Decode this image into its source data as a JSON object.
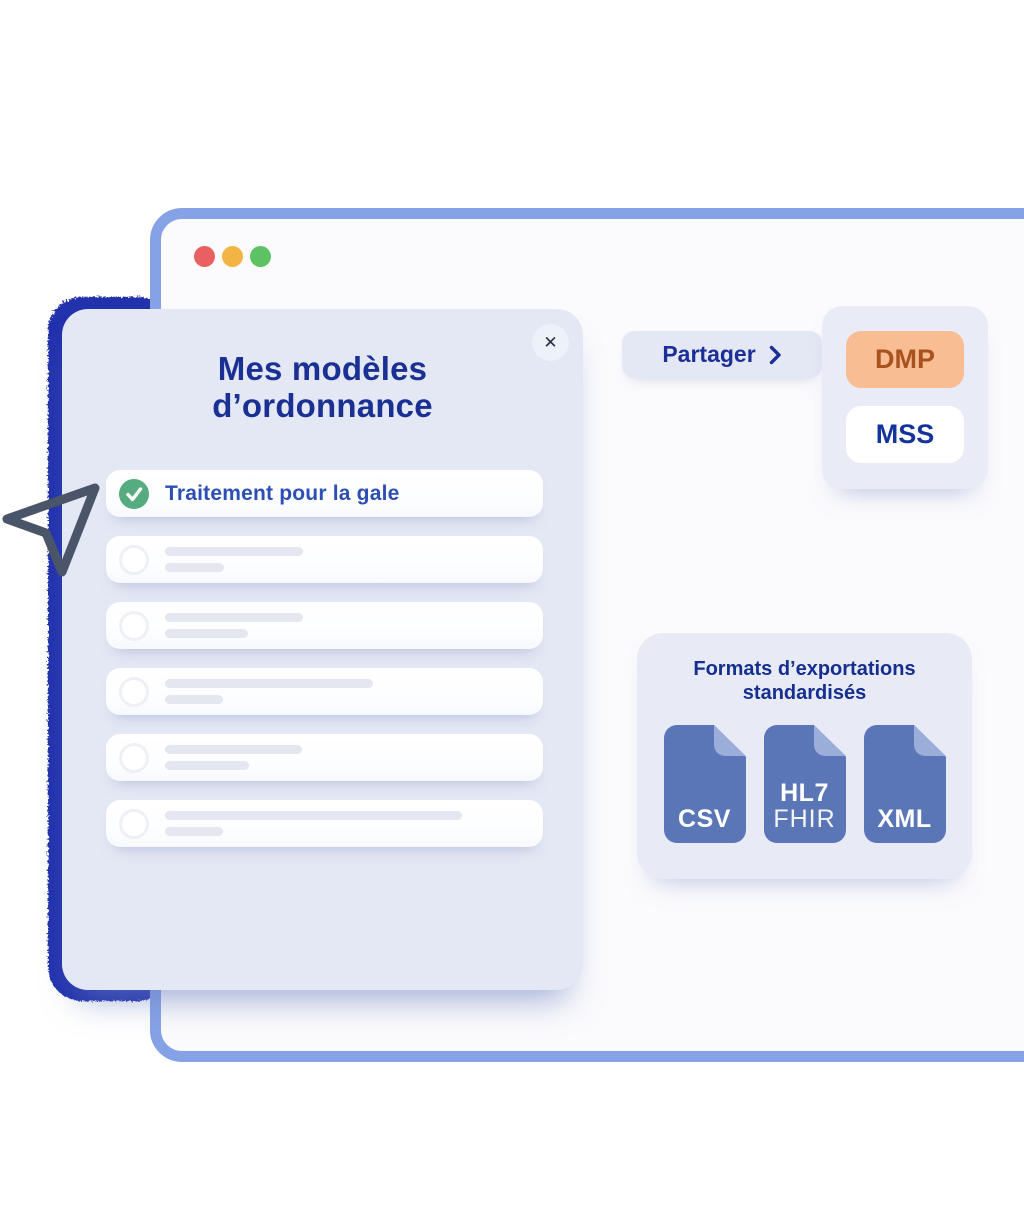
{
  "window": {
    "traffic_lights": [
      {
        "name": "close-light",
        "color": "#e96060"
      },
      {
        "name": "minimize-light",
        "color": "#f2b545"
      },
      {
        "name": "zoom-light",
        "color": "#5dc263"
      }
    ]
  },
  "modal": {
    "title": "Mes modèles d’ordonnance",
    "close_icon": "✕",
    "items": [
      {
        "checked": true,
        "label": "Traitement pour la gale"
      },
      {
        "checked": false,
        "bars": [
          138,
          59
        ]
      },
      {
        "checked": false,
        "bars": [
          138,
          83
        ]
      },
      {
        "checked": false,
        "bars": [
          208,
          58
        ]
      },
      {
        "checked": false,
        "bars": [
          137,
          84
        ]
      },
      {
        "checked": false,
        "bars": [
          297,
          58
        ]
      }
    ]
  },
  "share": {
    "button_label": "Partager",
    "chevron_icon": "chevron-right",
    "options": [
      {
        "label": "DMP",
        "highlighted": true
      },
      {
        "label": "MSS",
        "highlighted": false
      }
    ]
  },
  "export_formats": {
    "title": "Formats d’exportations standardisés",
    "formats": [
      {
        "lines": [
          "CSV"
        ]
      },
      {
        "lines": [
          "HL7",
          "FHIR"
        ]
      },
      {
        "lines": [
          "XML"
        ]
      }
    ]
  },
  "colors": {
    "browser_border": "#86a2e6",
    "modal_background": "#e4e8f4",
    "sketch_edge": "#2132ad",
    "title_navy": "#1a3193",
    "item_text_blue": "#2d4eb3",
    "check_green": "#57ab80",
    "dmp_background": "#f8bd92",
    "dmp_text": "#a8531f",
    "mss_text": "#14339b",
    "file_icon_blue": "#5a76b7",
    "file_icon_fold": "#9badd9",
    "cursor_stroke": "#4b5569"
  }
}
